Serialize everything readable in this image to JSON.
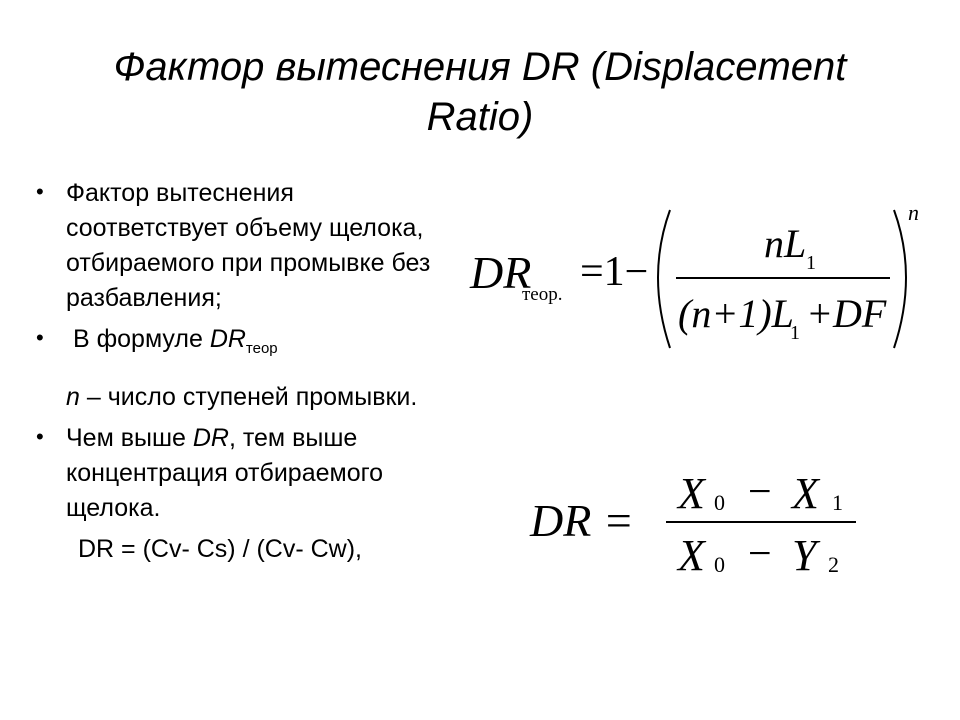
{
  "slide": {
    "title": "Фактор вытеснения DR (Displacement Ratio)",
    "bullets": {
      "b1": "Фактор вытеснения соответствует объему щелока, отбираемого при промывке без разбавления;",
      "b2_prefix": "В формуле ",
      "b2_var": "DR",
      "b2_sub": "теор",
      "b2_n": "n",
      "b2_rest": " – число ступеней промывки.",
      "b3_prefix": "Чем выше ",
      "b3_var": "DR",
      "b3_rest": ", тем выше концентрация отбираемого щелока.",
      "b3_formula": "DR = (Cv- Cs) / (Cv- Cw),"
    },
    "formula1": {
      "lhs": "DR",
      "lhs_sub": "теор.",
      "eq": "=1−",
      "num": "nL",
      "num_sub": "1",
      "den_left": "(n+1)L",
      "den_sub": "1",
      "den_right": "+DF",
      "exp": "n"
    },
    "formula2": {
      "lhs": "DR =",
      "num_a": "X",
      "num_a_sub": "0",
      "minus": "−",
      "num_b": "X",
      "num_b_sub": "1",
      "den_a": "X",
      "den_a_sub": "0",
      "den_b": "Y",
      "den_b_sub": "2"
    }
  }
}
